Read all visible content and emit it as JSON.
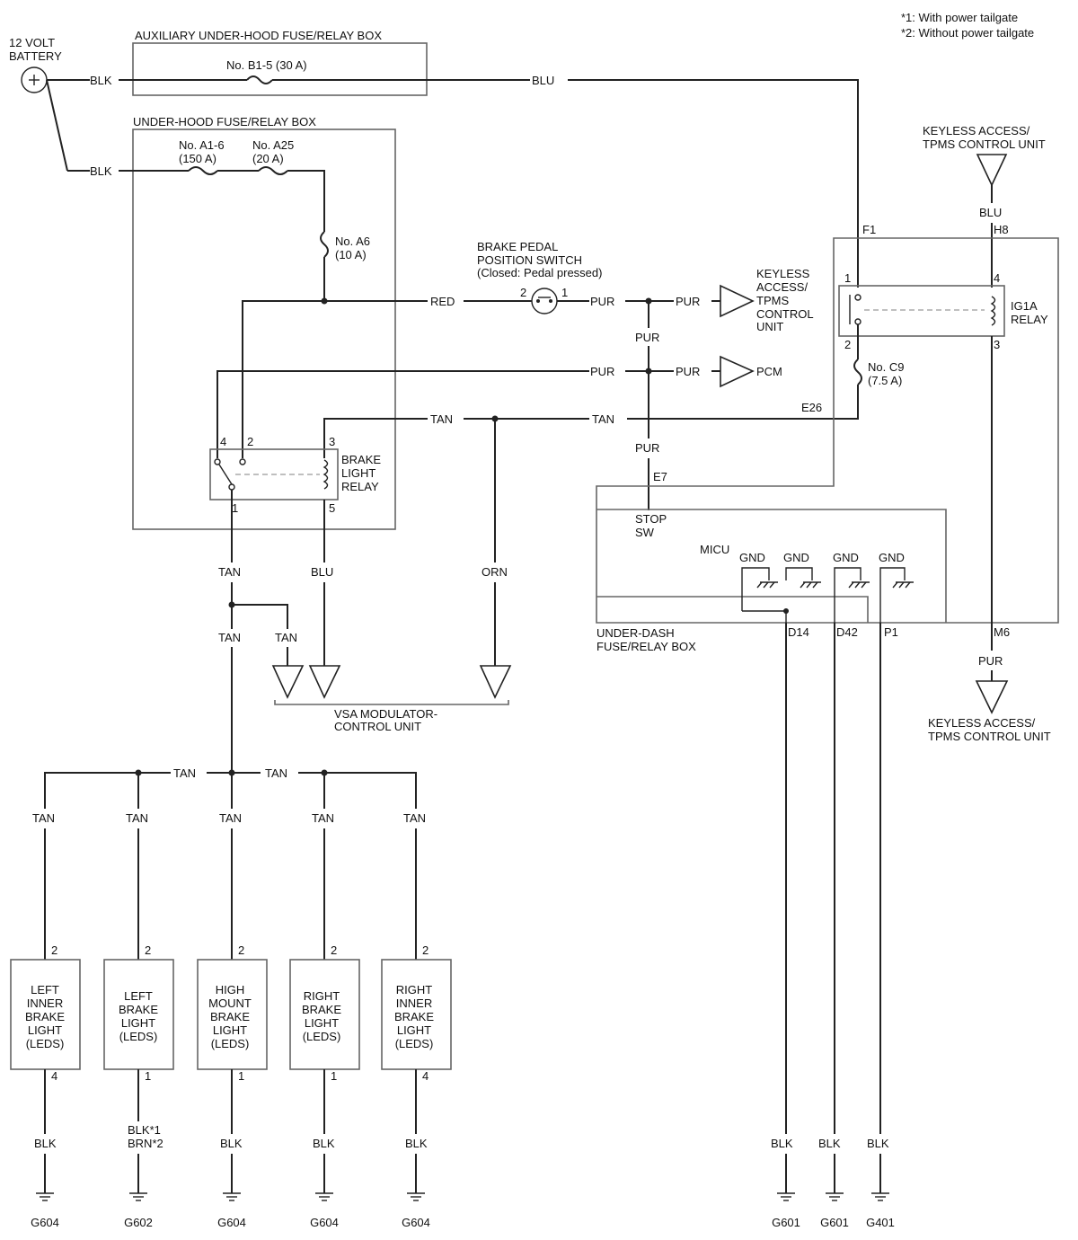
{
  "notes": {
    "note1": "*1: With power tailgate",
    "note2": "*2: Without power tailgate"
  },
  "battery": {
    "line1": "12 VOLT",
    "line2": "BATTERY"
  },
  "boxes": {
    "aux_underhood": "AUXILIARY UNDER-HOOD FUSE/RELAY BOX",
    "underhood": "UNDER-HOOD FUSE/RELAY BOX",
    "underdash_line1": "UNDER-DASH",
    "underdash_line2": "FUSE/RELAY BOX",
    "micu": "MICU"
  },
  "fuses": {
    "b1_5": "No. B1-5 (30 A)",
    "a1_6_name": "No. A1-6",
    "a1_6_rating": "(150 A)",
    "a25_name": "No. A25",
    "a25_rating": "(20 A)",
    "a6_name": "No. A6",
    "a6_rating": "(10 A)",
    "c9_name": "No. C9",
    "c9_rating": "(7.5 A)"
  },
  "switch": {
    "line1": "BRAKE PEDAL",
    "line2": "POSITION SWITCH",
    "line3": "(Closed: Pedal pressed)",
    "pin_in": "2",
    "pin_out": "1"
  },
  "brake_relay": {
    "line1": "BRAKE",
    "line2": "LIGHT",
    "line3": "RELAY",
    "pin4": "4",
    "pin2": "2",
    "pin3": "3",
    "pin1": "1",
    "pin5": "5"
  },
  "ig1a_relay": {
    "line1": "IG1A",
    "line2": "RELAY",
    "pin1": "1",
    "pin4": "4",
    "pin2": "2",
    "pin3": "3"
  },
  "connectors": {
    "f1": "F1",
    "h8": "H8",
    "e26": "E26",
    "e7": "E7",
    "m6": "M6",
    "d14": "D14",
    "d42": "D42",
    "p1": "P1"
  },
  "stop_sw": {
    "line1": "STOP",
    "line2": "SW"
  },
  "gnd": "GND",
  "destinations": {
    "keyless_top_line1": "KEYLESS ACCESS/",
    "keyless_top_line2": "TPMS CONTROL UNIT",
    "keyless_mid": [
      "KEYLESS",
      "ACCESS/",
      "TPMS",
      "CONTROL",
      "UNIT"
    ],
    "pcm": "PCM",
    "vsa_line1": "VSA MODULATOR-",
    "vsa_line2": "CONTROL UNIT",
    "keyless_bottom_line1": "KEYLESS ACCESS/",
    "keyless_bottom_line2": "TPMS CONTROL UNIT"
  },
  "wires": {
    "blk": "BLK",
    "blu": "BLU",
    "red": "RED",
    "pur": "PUR",
    "tan": "TAN",
    "orn": "ORN",
    "blk_note": "BLK*1",
    "brn_note": "BRN*2"
  },
  "lights": [
    {
      "lines": [
        "LEFT",
        "INNER",
        "BRAKE",
        "LIGHT",
        "(LEDS)"
      ],
      "pin_top": "2",
      "pin_bottom": "4",
      "wire": "BLK",
      "ground": "G604"
    },
    {
      "lines": [
        "LEFT",
        "BRAKE",
        "LIGHT",
        "(LEDS)"
      ],
      "pin_top": "2",
      "pin_bottom": "1",
      "wire": "BLK*1 / BRN*2",
      "ground": "G602"
    },
    {
      "lines": [
        "HIGH",
        "MOUNT",
        "BRAKE",
        "LIGHT",
        "(LEDS)"
      ],
      "pin_top": "2",
      "pin_bottom": "1",
      "wire": "BLK",
      "ground": "G604"
    },
    {
      "lines": [
        "RIGHT",
        "BRAKE",
        "LIGHT",
        "(LEDS)"
      ],
      "pin_top": "2",
      "pin_bottom": "1",
      "wire": "BLK",
      "ground": "G604"
    },
    {
      "lines": [
        "RIGHT",
        "INNER",
        "BRAKE",
        "LIGHT",
        "(LEDS)"
      ],
      "pin_top": "2",
      "pin_bottom": "4",
      "wire": "BLK",
      "ground": "G604"
    }
  ],
  "micu_grounds": [
    {
      "pin": "D14",
      "wire": "BLK",
      "ground": "G601"
    },
    {
      "pin": "D42",
      "wire": "BLK",
      "ground": "G601"
    },
    {
      "pin": "P1",
      "wire": "BLK",
      "ground": "G401"
    }
  ]
}
